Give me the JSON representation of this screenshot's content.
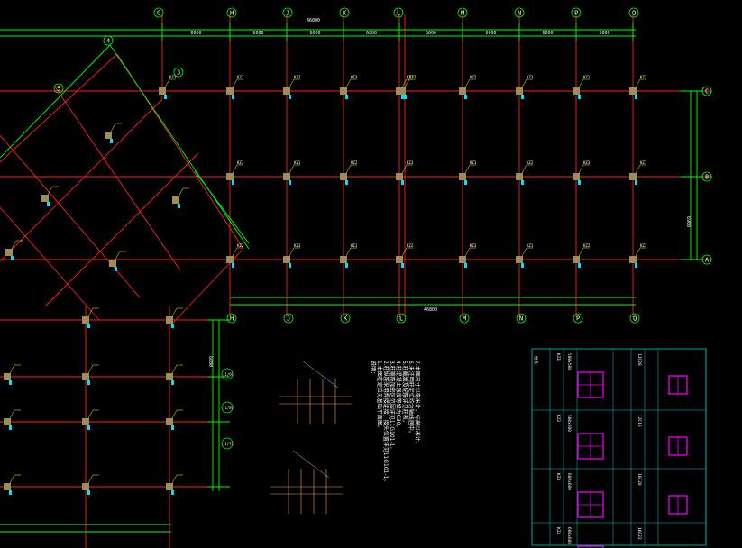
{
  "drawing": {
    "colors": {
      "background": "#000000",
      "axis_line": "#ff2020",
      "dimension_line": "#00ff00",
      "bubble": "#00ff00",
      "column": "#9a8f5a",
      "column_mark": "#00e0ff",
      "leader": "#ffff00",
      "text": "#ffffff",
      "schedule_frame": "#00c8c8",
      "rebar_cage": "#ff00ff",
      "detail_line": "#ff9a3c"
    },
    "top_axis_labels": [
      "G",
      "H",
      "J",
      "K",
      "L",
      "M",
      "N",
      "P",
      "Q"
    ],
    "bottom_axis_labels": [
      "H",
      "J",
      "K",
      "L",
      "M",
      "N",
      "P",
      "Q"
    ],
    "right_axis_labels": [
      "C",
      "B",
      "A"
    ],
    "lower_right_axis_labels": [
      "(1/9)",
      "(1/8)",
      "(1/7)"
    ],
    "diagonal_axis_labels": [
      "4",
      "5",
      "3"
    ],
    "top_dimension_labels": [
      "6000",
      "6000",
      "6000",
      "6000",
      "6000",
      "6000",
      "6000",
      "6000"
    ],
    "total_dimension_label": "46800",
    "right_dimension_label": "6900",
    "left_dimension_label": "6000",
    "column_tags": [
      "KZ1",
      "KZ2",
      "KZ3"
    ],
    "notes": {
      "heading": "说明：",
      "lines": [
        "1.本图柱定位见基础平面图。",
        "2.柱纵筋采用焊接连接，接头位置详见11G101-1。",
        "3.柱箍筋加密区范围详见11G101-1。",
        "4.柱混凝土强度等级为C30。",
        "5.柱截面及配筋详见柱表。",
        "6.未注明柱定位均为轴线居中。",
        "7.本图尺寸以毫米计，标高以米计。"
      ]
    },
    "schedule": {
      "title": "柱表",
      "rows": [
        {
          "name": "KZ1",
          "section": "500x500",
          "rebar": "12C20"
        },
        {
          "name": "KZ2",
          "section": "500x500",
          "rebar": "12C18"
        },
        {
          "name": "KZ3",
          "section": "600x600",
          "rebar": "16C20"
        },
        {
          "name": "KZ4",
          "section": "600x600",
          "rebar": "16C22"
        }
      ]
    }
  }
}
